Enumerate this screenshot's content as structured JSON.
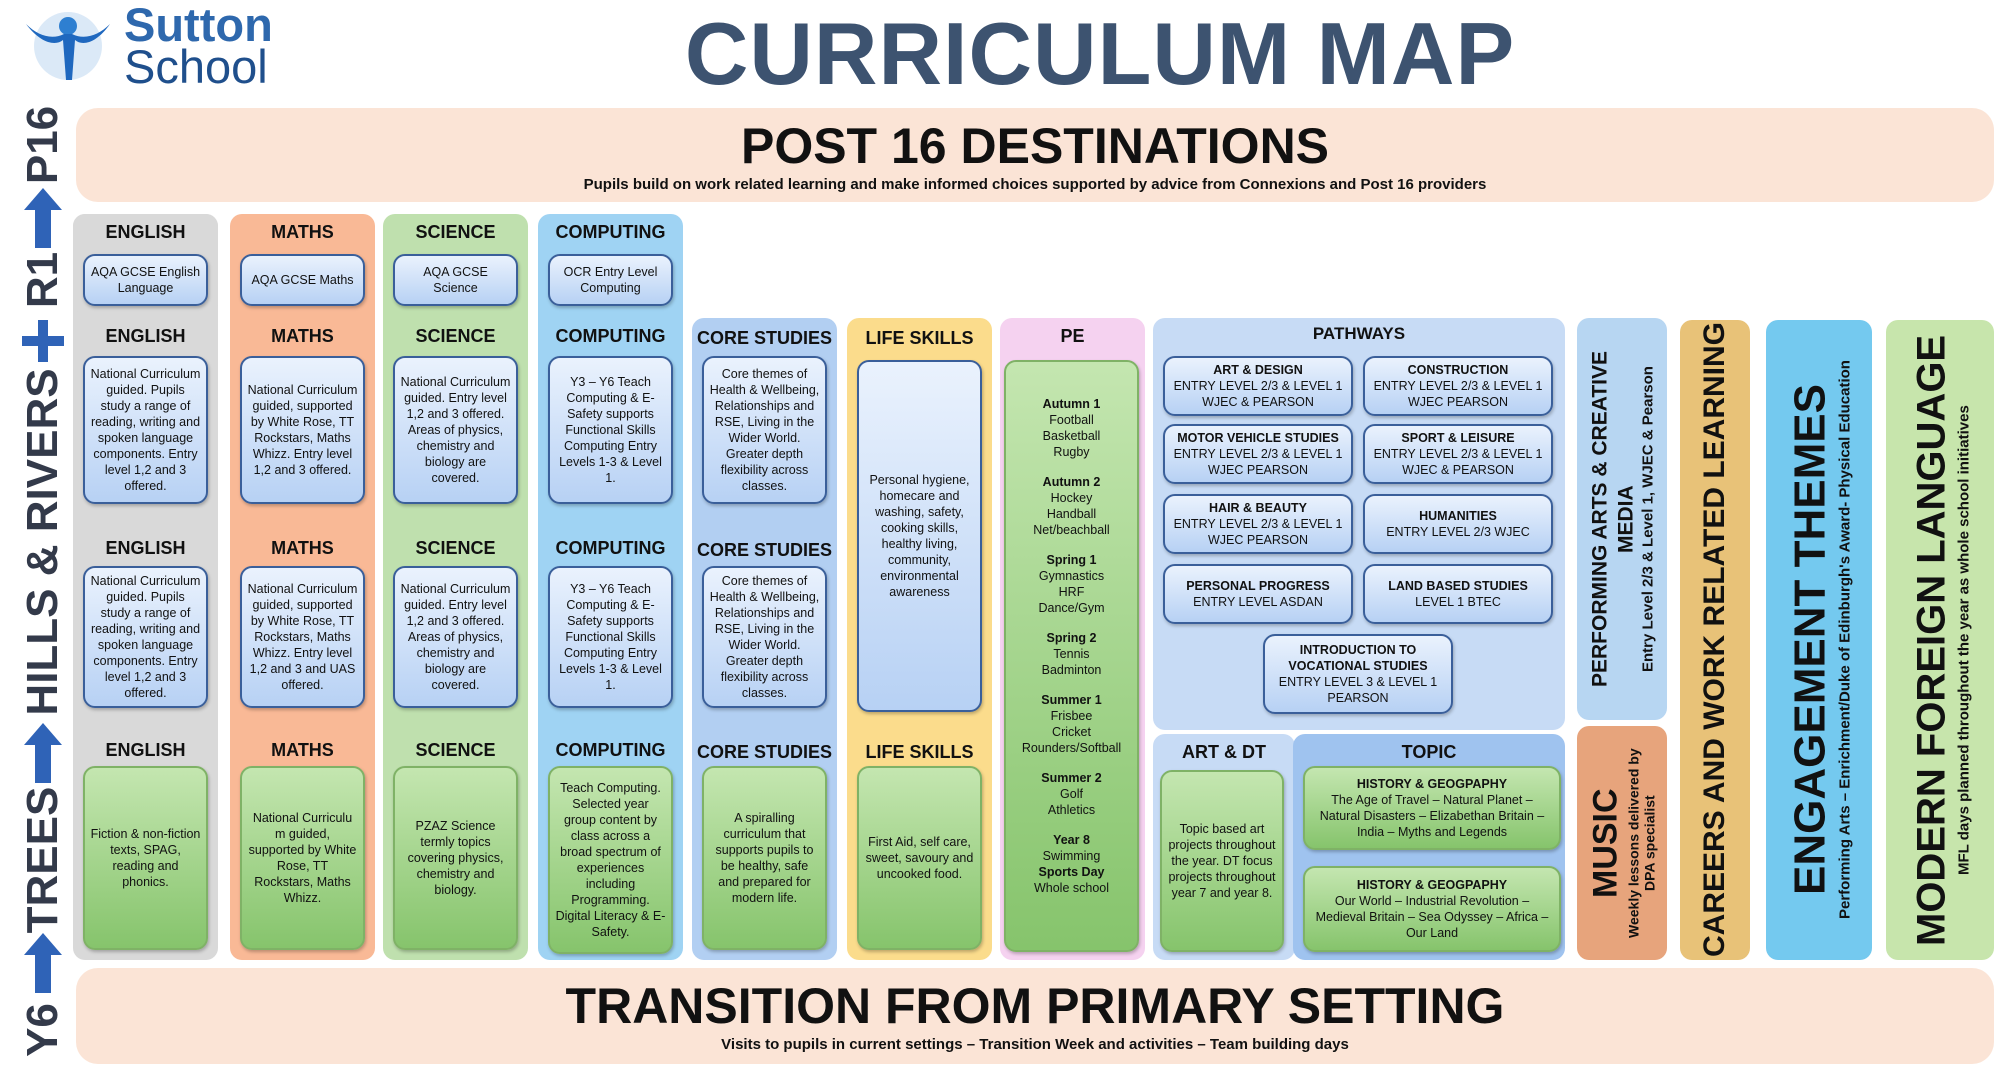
{
  "school": {
    "name_line1": "Sutton",
    "name_line2": "School"
  },
  "title": "CURRICULUM MAP",
  "side_labels": {
    "p16": "P16",
    "hills_rivers": "HILLS & RIVERS",
    "r1": "R1",
    "trees": "TREES",
    "y6": "Y6"
  },
  "post16": {
    "title": "POST 16 DESTINATIONS",
    "subtitle": "Pupils build on work related learning and make informed choices supported by advice from Connexions and Post 16 providers"
  },
  "transition": {
    "title": "TRANSITION FROM PRIMARY SETTING",
    "subtitle": "Visits to pupils in current settings – Transition Week and activities – Team building days"
  },
  "english": {
    "h1": "ENGLISH",
    "t1": "AQA GCSE English Language",
    "h2": "ENGLISH",
    "t2": "National Curriculum guided. Pupils study a range of reading, writing and spoken language components. Entry level 1,2 and 3 offered.",
    "h3": "ENGLISH",
    "t3": "National Curriculum guided. Pupils study a range of reading, writing and spoken language components. Entry level 1,2 and 3 offered.",
    "h4": "ENGLISH",
    "t4": "Fiction & non-fiction texts, SPAG, reading and phonics."
  },
  "maths": {
    "h1": "MATHS",
    "t1": "AQA GCSE Maths",
    "h2": "MATHS",
    "t2": "National Curriculum guided, supported by White Rose, TT Rockstars, Maths Whizz. Entry level 1,2 and 3 offered.",
    "h3": "MATHS",
    "t3": "National Curriculum guided, supported by White Rose, TT Rockstars, Maths Whizz. Entry level 1,2 and 3 and UAS offered.",
    "h4": "MATHS",
    "t4": "National Curriculu m guided, supported by White Rose, TT Rockstars, Maths Whizz."
  },
  "science": {
    "h1": "SCIENCE",
    "t1": "AQA GCSE Science",
    "h2": "SCIENCE",
    "t2": "National Curriculum guided. Entry level 1,2 and 3 offered. Areas of physics, chemistry and biology are covered.",
    "h3": "SCIENCE",
    "t3": "National Curriculum guided. Entry level 1,2 and 3 offered. Areas of physics, chemistry and biology are covered.",
    "h4": "SCIENCE",
    "t4": "PZAZ Science termly topics covering physics, chemistry and biology."
  },
  "computing": {
    "h1": "COMPUTING",
    "t1": "OCR Entry Level Computing",
    "h2": "COMPUTING",
    "t2": "Y3 – Y6 Teach Computing & E-Safety supports Functional Skills Computing Entry Levels 1-3 & Level 1.",
    "h3": "COMPUTING",
    "t3": "Y3 – Y6 Teach Computing & E-Safety supports Functional Skills Computing Entry Levels 1-3 & Level 1.",
    "h4": "COMPUTING",
    "t4": "Teach Computing. Selected year group content by class across a broad spectrum of experiences including Programming. Digital Literacy & E-Safety."
  },
  "core": {
    "h2": "CORE STUDIES",
    "t2": "Core themes of Health & Wellbeing, Relationships and RSE, Living in the Wider World. Greater depth flexibility across classes.",
    "h3": "CORE STUDIES",
    "t3": "Core themes of Health & Wellbeing, Relationships and RSE, Living in the Wider World. Greater depth flexibility across classes.",
    "h4": "CORE STUDIES",
    "t4": "A spiralling curriculum that supports pupils to be healthy, safe and prepared for modern life."
  },
  "life": {
    "h2": "LIFE SKILLS",
    "t2": "Personal hygiene, homecare and washing, safety, cooking skills, healthy living, community, environmental awareness",
    "h4": "LIFE SKILLS",
    "t4": "First Aid, self care, sweet, savoury and uncooked food."
  },
  "pe": {
    "h": "PE",
    "blocks": [
      {
        "term": "Autumn 1",
        "items": "Football\nBasketball\nRugby"
      },
      {
        "term": "Autumn 2",
        "items": "Hockey\nHandball\nNet/beachball"
      },
      {
        "term": "Spring 1",
        "items": "Gymnastics\nHRF\nDance/Gym"
      },
      {
        "term": "Spring 2",
        "items": "Tennis\nBadminton"
      },
      {
        "term": "Summer 1",
        "items": "Frisbee\nCricket\nRounders/Softball"
      },
      {
        "term": "Summer 2",
        "items": "Golf\nAthletics"
      },
      {
        "term": "Year 8",
        "items": "Swimming"
      },
      {
        "term": "Sports Day",
        "items": "Whole school"
      }
    ]
  },
  "pathways": {
    "title": "PATHWAYS",
    "items": [
      {
        "name": "ART & DESIGN",
        "detail": "ENTRY LEVEL 2/3 & LEVEL 1 WJEC & PEARSON"
      },
      {
        "name": "CONSTRUCTION",
        "detail": "ENTRY LEVEL 2/3 & LEVEL 1 WJEC  PEARSON"
      },
      {
        "name": "MOTOR VEHICLE STUDIES",
        "detail": "ENTRY LEVEL 2/3 & LEVEL 1 WJEC  PEARSON"
      },
      {
        "name": "SPORT & LEISURE",
        "detail": "ENTRY LEVEL 2/3 & LEVEL 1 WJEC & PEARSON"
      },
      {
        "name": "HAIR & BEAUTY",
        "detail": "ENTRY LEVEL 2/3 & LEVEL 1 WJEC  PEARSON"
      },
      {
        "name": "HUMANITIES",
        "detail": "ENTRY LEVEL 2/3 WJEC"
      },
      {
        "name": "PERSONAL PROGRESS",
        "detail": "ENTRY LEVEL ASDAN"
      },
      {
        "name": "LAND BASED STUDIES",
        "detail": "LEVEL 1 BTEC"
      },
      {
        "name": "INTRODUCTION TO VOCATIONAL STUDIES",
        "detail": "ENTRY LEVEL 3 & LEVEL 1 PEARSON"
      }
    ]
  },
  "artdt": {
    "h": "ART & DT",
    "t": "Topic based art projects throughout the year. DT focus projects throughout year 7 and year 8."
  },
  "topic": {
    "h": "TOPIC",
    "b1_title": "HISTORY & GEOGPAPHY",
    "b1_text": "The Age of Travel – Natural Planet – Natural Disasters – Elizabethan Britain – India – Myths and Legends",
    "b2_title": "HISTORY & GEOGPAPHY",
    "b2_text": "Our World – Industrial Revolution – Medieval Britain – Sea Odyssey – Africa – Our Land"
  },
  "performing": {
    "title": "PERFORMING ARTS & CREATIVE MEDIA",
    "sub": "Entry Level 2/3 & Level 1, WJEC & Pearson"
  },
  "music": {
    "title": "MUSIC",
    "sub": "Weekly lessons delivered by DPA specialist"
  },
  "careers": {
    "title": "CAREERS AND WORK RELATED LEARNING"
  },
  "engagement": {
    "title": "ENGAGEMENT THEMES",
    "sub": "Performing Arts – Enrichment/Duke of Edinburgh's Award- Physical Education"
  },
  "mfl": {
    "title": "MODERN FOREIGN LANGUAGE",
    "sub": "MFL days planned throughout the year as whole school initiatives"
  },
  "colors": {
    "english": "#d9d9d9",
    "maths": "#f9b996",
    "science": "#bfe0ae",
    "computing": "#9fd3f3",
    "core": "#b2cff2",
    "life": "#fbdc8c",
    "pe": "#f5d2f0",
    "pathways": "#c7dbf5",
    "music": "#e7a47c",
    "careers": "#e8c278",
    "engagement": "#74c9ef",
    "mfl": "#c7e5ac",
    "title": "#3d5370"
  }
}
